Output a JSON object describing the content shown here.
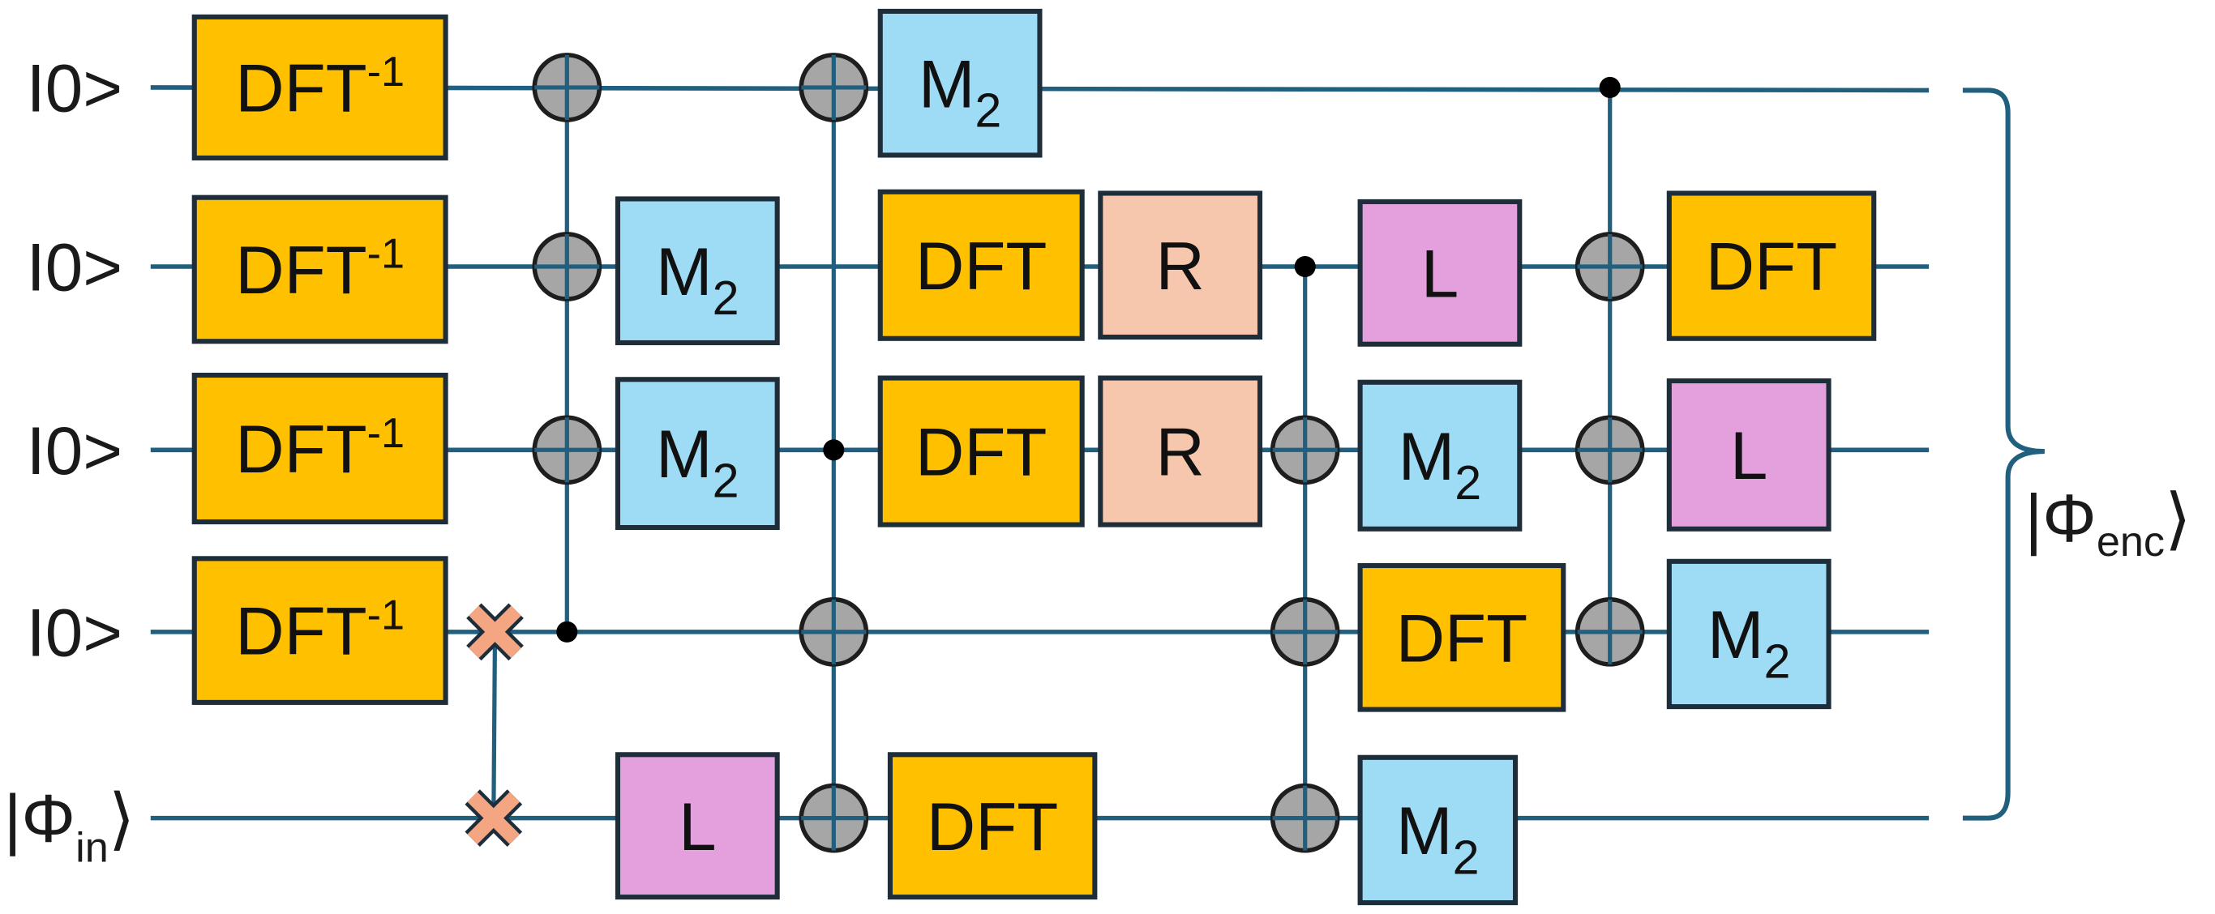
{
  "qubits": [
    {
      "id": "q1",
      "label": "I0>"
    },
    {
      "id": "q2",
      "label": "I0>"
    },
    {
      "id": "q3",
      "label": "I0>"
    },
    {
      "id": "q4",
      "label": "I0>"
    },
    {
      "id": "q5",
      "label": "|Φ",
      "sub": "in",
      "close": "⟩"
    }
  ],
  "output_state": {
    "label": "|Φ",
    "sub": "enc",
    "close": "⟩"
  },
  "gate_types": {
    "DFTinv": {
      "text": "DFT",
      "sup": "-1",
      "fill": "#FFC000"
    },
    "DFT": {
      "text": "DFT",
      "sup": "",
      "fill": "#FFC000"
    },
    "M2": {
      "text": "M",
      "sub": "2",
      "fill": "#9EDCF6"
    },
    "R": {
      "text": "R",
      "fill": "#F6C7AC"
    },
    "L": {
      "text": "L",
      "fill": "#E4A0DD"
    }
  },
  "colors": {
    "wire": "#215F7F",
    "gate_border": "#1E2D3A",
    "target_fill": "#A6A6A6",
    "swap_fill": "#F4A582",
    "control_dot": "#000000"
  },
  "gates": [
    {
      "type": "DFTinv",
      "qubit": 1,
      "col": 1
    },
    {
      "type": "DFTinv",
      "qubit": 2,
      "col": 1
    },
    {
      "type": "DFTinv",
      "qubit": 3,
      "col": 1
    },
    {
      "type": "DFTinv",
      "qubit": 4,
      "col": 1
    },
    {
      "type": "M2",
      "qubit": 2,
      "col": 3
    },
    {
      "type": "M2",
      "qubit": 3,
      "col": 3
    },
    {
      "type": "L",
      "qubit": 5,
      "col": 3
    },
    {
      "type": "M2",
      "qubit": 1,
      "col": 5
    },
    {
      "type": "DFT",
      "qubit": 2,
      "col": 5
    },
    {
      "type": "DFT",
      "qubit": 3,
      "col": 5
    },
    {
      "type": "DFT",
      "qubit": 5,
      "col": 5
    },
    {
      "type": "R",
      "qubit": 2,
      "col": 6
    },
    {
      "type": "R",
      "qubit": 3,
      "col": 6
    },
    {
      "type": "L",
      "qubit": 2,
      "col": 8
    },
    {
      "type": "M2",
      "qubit": 3,
      "col": 8
    },
    {
      "type": "DFT",
      "qubit": 4,
      "col": 8
    },
    {
      "type": "M2",
      "qubit": 5,
      "col": 8
    },
    {
      "type": "DFT",
      "qubit": 2,
      "col": 10
    },
    {
      "type": "L",
      "qubit": 3,
      "col": 10
    },
    {
      "type": "M2",
      "qubit": 4,
      "col": 10
    }
  ],
  "multi_qubit_ops": [
    {
      "kind": "swap",
      "qubits": [
        4,
        5
      ]
    },
    {
      "kind": "controlled",
      "control": 4,
      "targets": [
        1,
        2,
        3
      ]
    },
    {
      "kind": "controlled",
      "control": 3,
      "targets": [
        1,
        4,
        5
      ]
    },
    {
      "kind": "controlled",
      "control": 2,
      "targets": [
        3,
        4,
        5
      ]
    },
    {
      "kind": "controlled",
      "control": 1,
      "targets": [
        2,
        3,
        4
      ]
    }
  ]
}
